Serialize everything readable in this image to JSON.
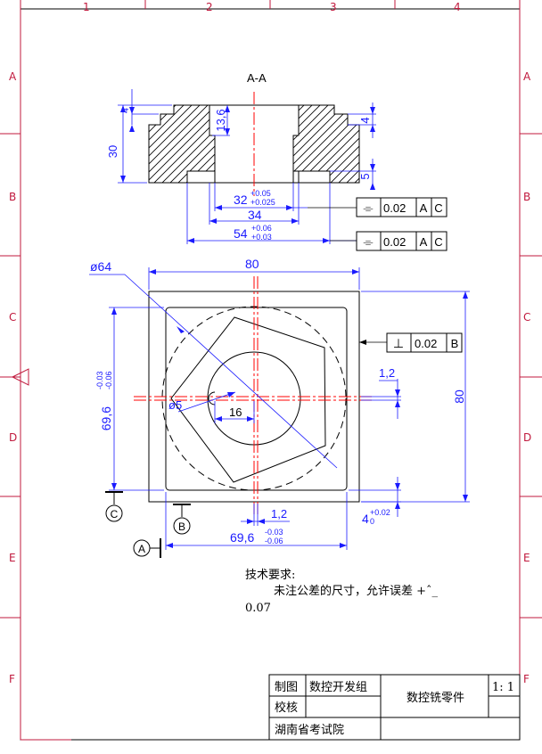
{
  "zones": {
    "columns": [
      "1",
      "2",
      "3",
      "4"
    ],
    "rows": [
      "A",
      "B",
      "C",
      "D",
      "E",
      "F"
    ]
  },
  "section": {
    "title": "A-A",
    "dims": {
      "height_total": "30",
      "step_top": "4",
      "bore_depth": "13,6",
      "right_step": "4",
      "bottom_step": "5",
      "bore32": "32",
      "bore32_up": "+0.05",
      "bore32_lo": "+0.025",
      "width34": "34",
      "width54": "54",
      "width54_up": "+0.06",
      "width54_lo": "+0.03"
    },
    "fcf1": {
      "symbol": "⌯",
      "value": "0.02",
      "datum1": "A",
      "datum2": "C"
    },
    "fcf2": {
      "symbol": "⌯",
      "value": "0.02",
      "datum1": "A",
      "datum2": "C"
    }
  },
  "plan": {
    "dims": {
      "dia64": "ø64",
      "width80": "80",
      "height80": "80",
      "left_696": "69,6",
      "left_696_up": "-0.03",
      "left_696_lo": "-0.06",
      "bottom_696": "69,6",
      "bottom_696_up": "-0.03",
      "bottom_696_lo": "-0.06",
      "hole_dia": "ø5",
      "offset16": "16",
      "offset_right_12": "1,2",
      "offset_bottom_12": "1,2",
      "depth4": "4",
      "depth4_up": "+0.02",
      "depth4_lo": "0"
    },
    "fcf_perp": {
      "symbol": "⊥",
      "value": "0.02",
      "datum": "B"
    },
    "datums": {
      "a": "A",
      "b": "B",
      "c": "C"
    }
  },
  "notes": {
    "heading": "技术要求:",
    "line1": "未注公差的尺寸，允许误差 +ˆ_",
    "line2": "0.07"
  },
  "title_block": {
    "drawn_label": "制图",
    "drawn_by": "数控开发组",
    "checked_label": "校核",
    "part_name": "数控铣零件",
    "scale": "1: 1",
    "institute": "湖南省考试院"
  },
  "colors": {
    "outline": "#000000",
    "dimension": "#1a1aff",
    "centerline": "#ff0000",
    "frame": "#c0183c"
  }
}
